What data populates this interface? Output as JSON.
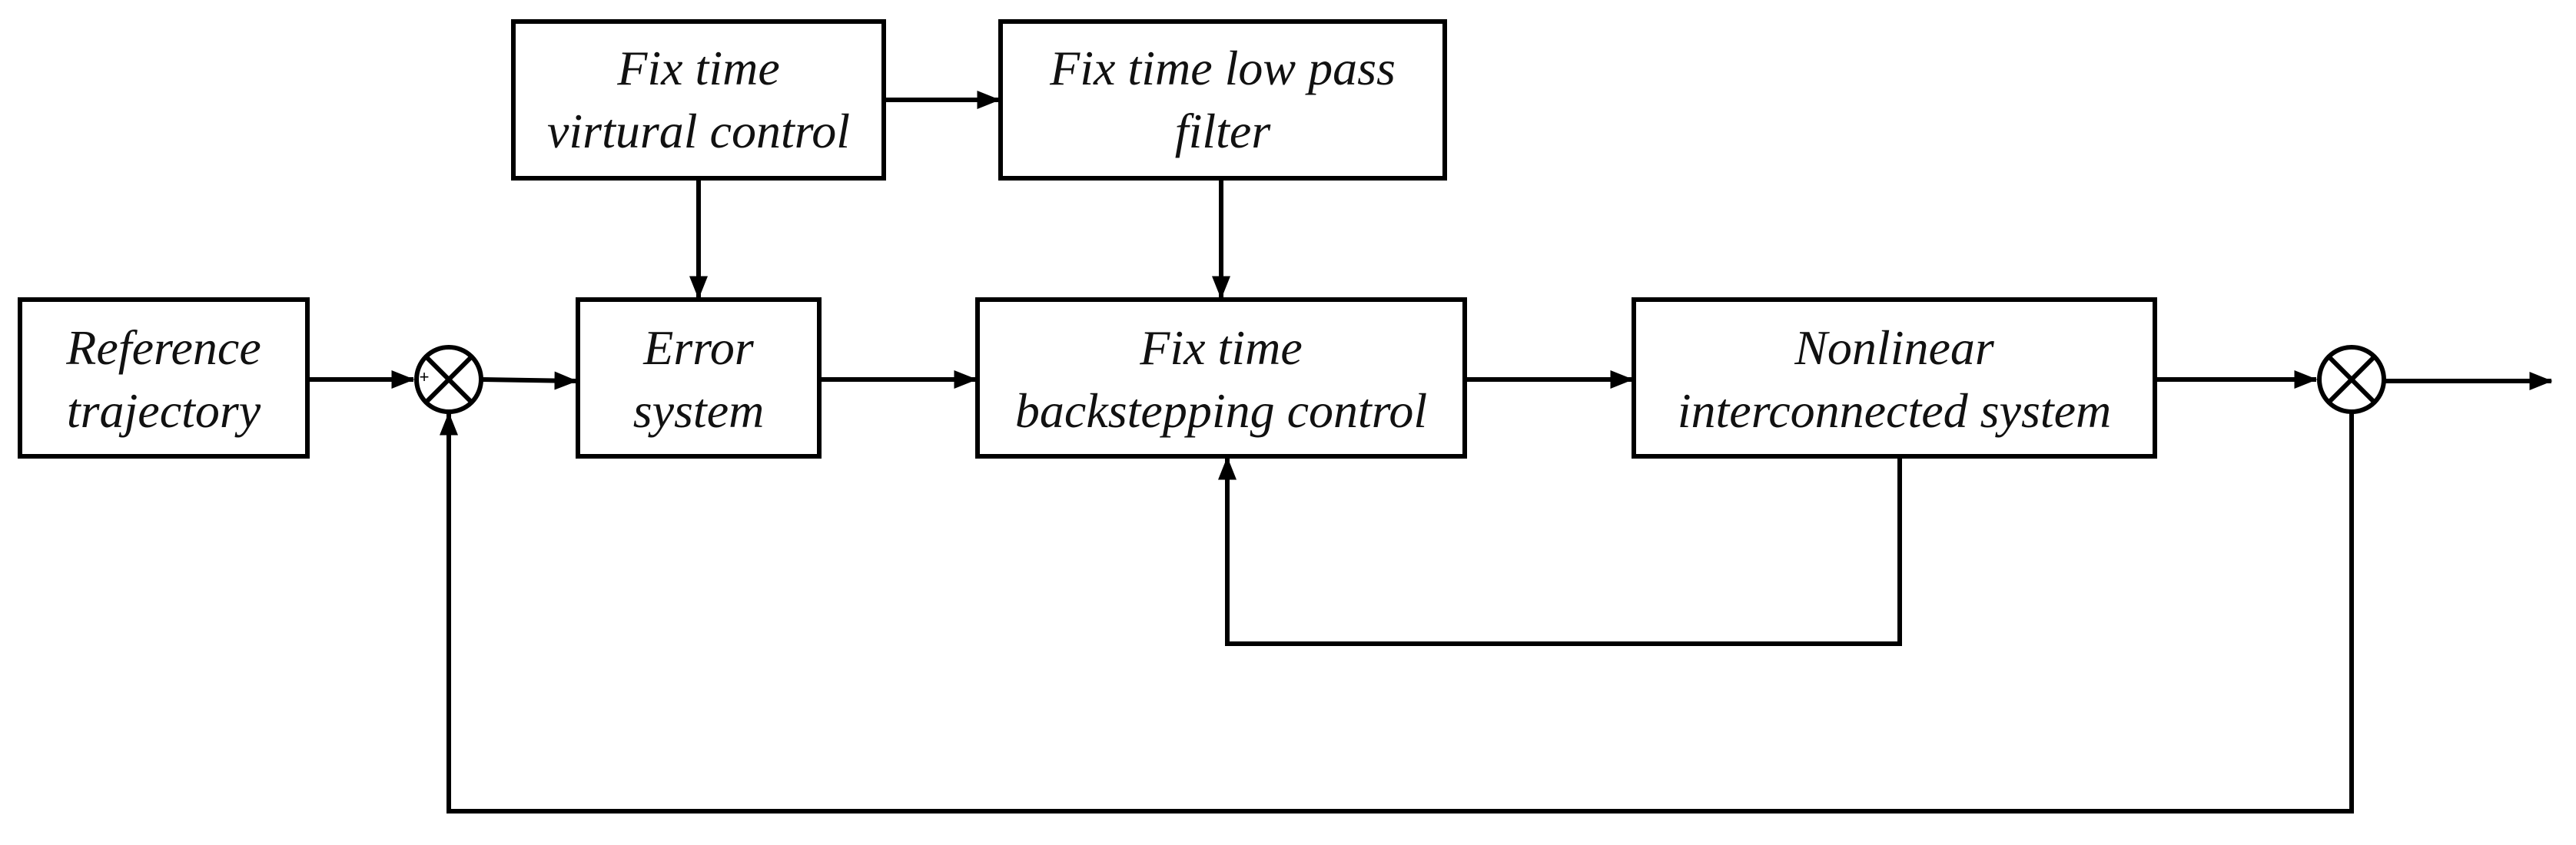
{
  "blocks": {
    "reference": {
      "line1": "Reference",
      "line2": "trajectory"
    },
    "virtual_control": {
      "line1": "Fix time",
      "line2": "virtural control"
    },
    "low_pass_filter": {
      "line1": "Fix time low pass",
      "line2": "filter"
    },
    "error_system": {
      "line1": "Error",
      "line2": "system"
    },
    "backstepping": {
      "line1": "Fix time",
      "line2": "backstepping control"
    },
    "nonlinear_system": {
      "line1": "Nonlinear",
      "line2": "interconnected system"
    }
  },
  "summing_junction_1": {
    "plus_sign": "+",
    "minus_sign": "-"
  },
  "colors": {
    "stroke": "#000000",
    "background": "#ffffff",
    "text": "#111111"
  }
}
